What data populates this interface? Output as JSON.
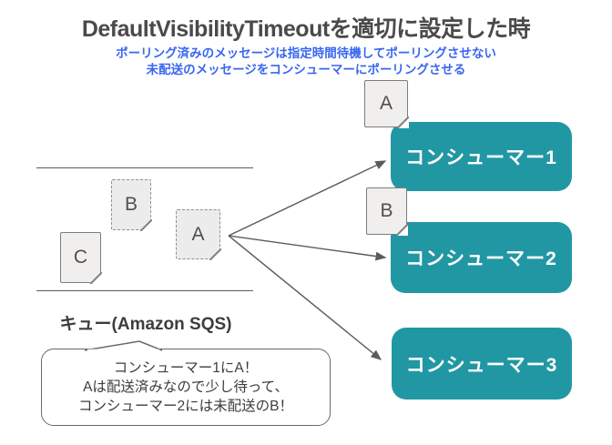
{
  "title": "DefaultVisibilityTimeoutを適切に設定した時",
  "subtitle": {
    "line1": "ポーリング済みのメッセージは指定時間待機してポーリングさせない",
    "line2": "未配送のメッセージをコンシューマーにポーリングさせる"
  },
  "queue": {
    "label": "キュー(Amazon SQS)",
    "messages": {
      "c": "C",
      "b": "B",
      "a": "A"
    }
  },
  "delivered_messages": {
    "a": "A",
    "b": "B"
  },
  "consumers": [
    {
      "label": "コンシューマー1"
    },
    {
      "label": "コンシューマー2"
    },
    {
      "label": "コンシューマー3"
    }
  ],
  "callout": {
    "lines": [
      "コンシューマー1にA！",
      "Aは配送済みなので少し待って、",
      "コンシューマー2には未配送のB！"
    ]
  },
  "colors": {
    "consumer_teal": "#2297a4",
    "subtitle_blue": "#3867f0",
    "title_gray": "#4a4a4a",
    "arrow_gray": "#5b5b5b"
  }
}
